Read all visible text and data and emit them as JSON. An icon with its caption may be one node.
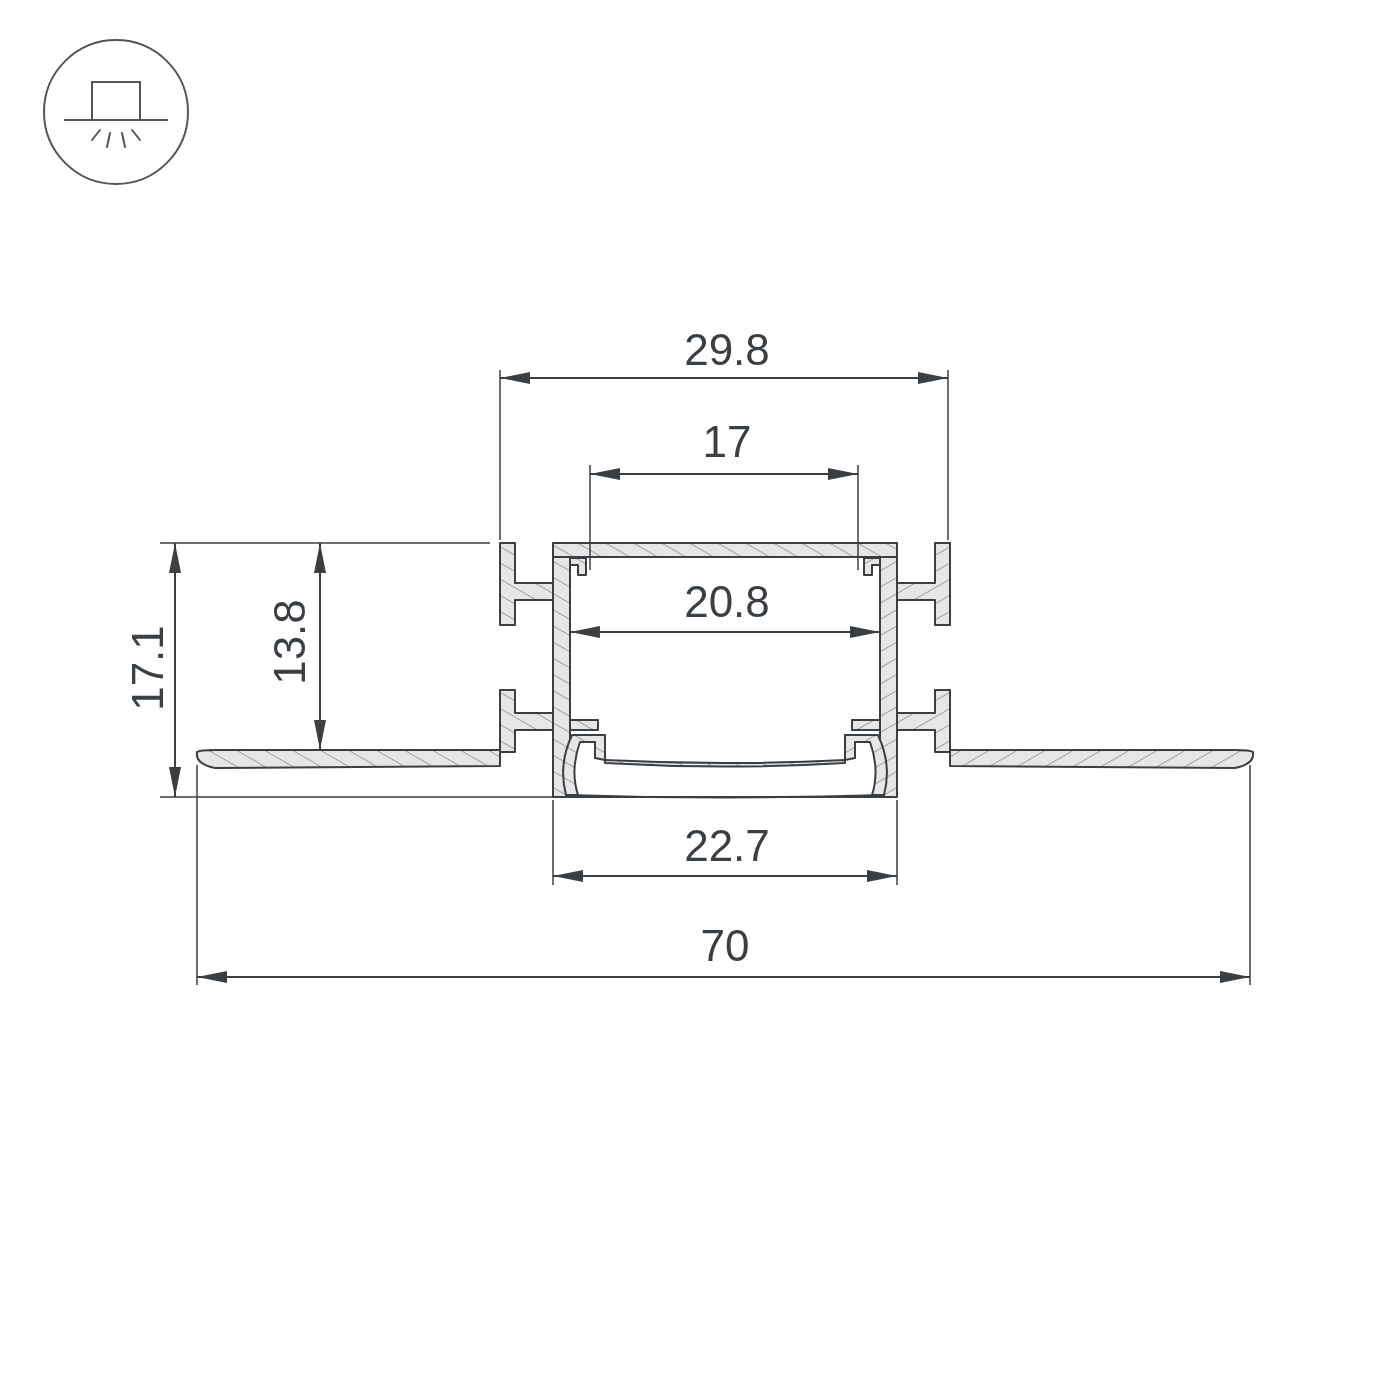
{
  "diagram": {
    "labels": [
      "29.8",
      "17",
      "20.8",
      "17.1",
      "13.8",
      "22.7",
      "70"
    ]
  }
}
